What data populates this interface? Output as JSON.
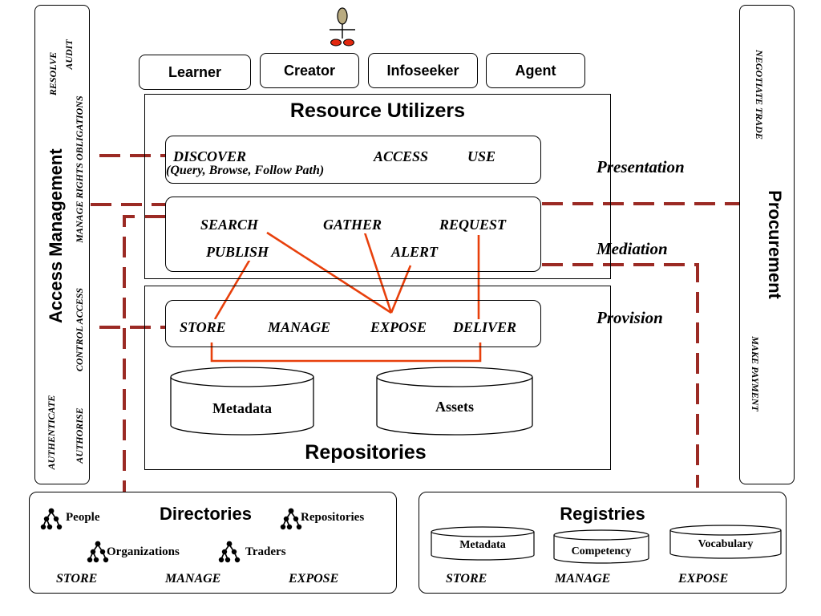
{
  "actors": {
    "learner": "Learner",
    "creator": "Creator",
    "infoseeker": "Infoseeker",
    "agent": "Agent"
  },
  "resource_utilizers": {
    "title": "Resource Utilizers",
    "discover": "DISCOVER",
    "discover_sub": "(Query, Browse, Follow Path)",
    "access": "ACCESS",
    "use": "USE"
  },
  "mediation_ops": {
    "search": "SEARCH",
    "gather": "GATHER",
    "request": "REQUEST",
    "publish": "PUBLISH",
    "alert": "ALERT"
  },
  "repositories": {
    "title": "Repositories",
    "store": "STORE",
    "manage": "MANAGE",
    "expose": "EXPOSE",
    "deliver": "DELIVER",
    "metadata": "Metadata",
    "assets": "Assets"
  },
  "layers": {
    "presentation": "Presentation",
    "mediation": "Mediation",
    "provision": "Provision"
  },
  "access_management": {
    "title": "Access Management",
    "resolve": "RESOLVE",
    "audit": "AUDIT",
    "manage_rights": "MANAGE RIGHTS OBLIGATIONS",
    "control_access": "CONTROL ACCESS",
    "authenticate": "AUTHENTICATE",
    "authorise": "AUTHORISE"
  },
  "procurement": {
    "title": "Procurement",
    "negotiate": "NEGOTIATE TRADE",
    "payment": "MAKE PAYMENT"
  },
  "directories": {
    "title": "Directories",
    "people": "People",
    "repositories": "Repositories",
    "organizations": "Organizations",
    "traders": "Traders",
    "store": "STORE",
    "manage": "MANAGE",
    "expose": "EXPOSE"
  },
  "registries": {
    "title": "Registries",
    "metadata": "Metadata",
    "competency": "Competency",
    "vocabulary": "Vocabulary",
    "store": "STORE",
    "manage": "MANAGE",
    "expose": "EXPOSE"
  },
  "colors": {
    "dashed_link": "#9b2a24",
    "flow_link": "#e8400c",
    "actor_head": "#b9ab80",
    "actor_feet": "#e2280f"
  },
  "icons": {
    "actor": "stick-figure-icon",
    "hierarchy": "tree-hierarchy-icon"
  }
}
